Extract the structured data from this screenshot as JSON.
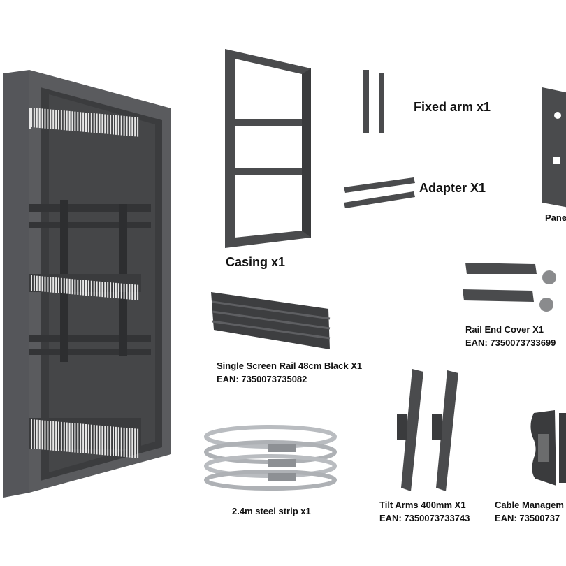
{
  "items": {
    "casing": {
      "label": "Casing x1"
    },
    "fixed_arm": {
      "label": "Fixed arm x1"
    },
    "adapter": {
      "label": "Adapter X1"
    },
    "panel": {
      "label": "Pane"
    },
    "rail_end_cover": {
      "label": "Rail End Cover X1",
      "ean": "EAN: 7350073733699"
    },
    "screen_rail": {
      "label": "Single Screen Rail 48cm Black X1",
      "ean": "EAN: 7350073735082"
    },
    "steel_strip": {
      "label": "2.4m steel strip x1"
    },
    "tilt_arms": {
      "label": "Tilt Arms 400mm X1",
      "ean": "EAN: 7350073733743"
    },
    "cable_management": {
      "label": "Cable Managem",
      "ean": "EAN: 73500737"
    }
  },
  "colors": {
    "metal": "#4a4b4d",
    "metal_dark": "#2e2f31",
    "metal_light": "#6a6b6d",
    "steel": "#b9bcc0"
  }
}
